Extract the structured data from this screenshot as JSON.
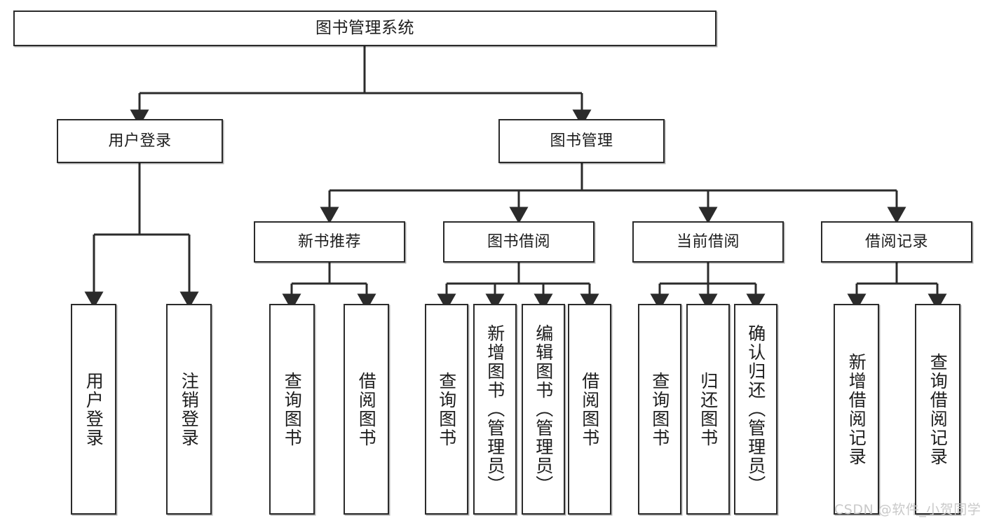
{
  "diagram": {
    "title": "图书管理系统",
    "type": "tree-hierarchy-diagram",
    "watermark": "CSDN @软件_小贺同学",
    "colors": {
      "box_border": "#2b2b2b",
      "box_fill": "#ffffff",
      "connector": "#2b2b2b",
      "text": "#1d1d1d",
      "watermark": "#c9c9c9"
    },
    "nodes": {
      "root": {
        "label": "图书管理系统",
        "orientation": "horizontal"
      },
      "level2": [
        {
          "label": "用户登录",
          "orientation": "horizontal"
        },
        {
          "label": "图书管理",
          "orientation": "horizontal"
        }
      ],
      "level3": [
        {
          "label": "新书推荐",
          "orientation": "horizontal"
        },
        {
          "label": "图书借阅",
          "orientation": "horizontal"
        },
        {
          "label": "当前借阅",
          "orientation": "horizontal"
        },
        {
          "label": "借阅记录",
          "orientation": "horizontal"
        }
      ],
      "leaves": {
        "user_login": [
          {
            "label": "用户登录",
            "orientation": "vertical"
          },
          {
            "label": "注销登录",
            "orientation": "vertical"
          }
        ],
        "new_book_recommend": [
          {
            "label": "查询图书",
            "orientation": "vertical"
          },
          {
            "label": "借阅图书",
            "orientation": "vertical"
          }
        ],
        "book_borrow": [
          {
            "label": "查询图书",
            "orientation": "vertical"
          },
          {
            "label": "新增图书（管理员）",
            "orientation": "vertical"
          },
          {
            "label": "编辑图书（管理员）",
            "orientation": "vertical"
          },
          {
            "label": "借阅图书",
            "orientation": "vertical"
          }
        ],
        "current_borrow": [
          {
            "label": "查询图书",
            "orientation": "vertical"
          },
          {
            "label": "归还图书",
            "orientation": "vertical"
          },
          {
            "label": "确认归还（管理员）",
            "orientation": "vertical"
          }
        ],
        "borrow_record": [
          {
            "label": "新增借阅记录",
            "orientation": "vertical"
          },
          {
            "label": "查询借阅记录",
            "orientation": "vertical"
          }
        ]
      }
    }
  }
}
